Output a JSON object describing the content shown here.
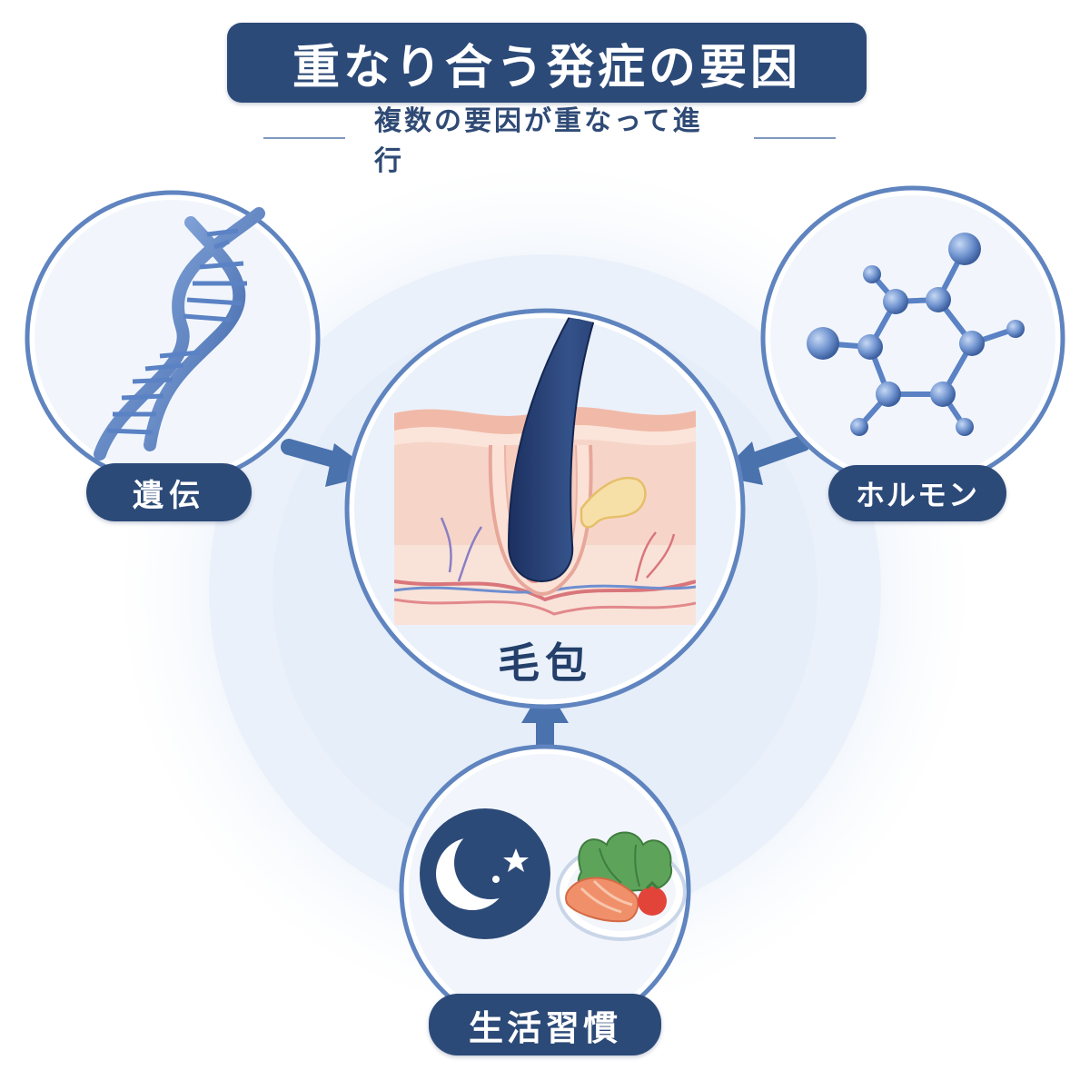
{
  "title": "重なり合う発症の要因",
  "subtitle": "複数の要因が重なって進行",
  "center": {
    "label": "毛包",
    "icon": "hair-follicle-icon"
  },
  "factors": [
    {
      "label": "遺伝",
      "icon": "dna-icon"
    },
    {
      "label": "ホルモン",
      "icon": "molecule-icon"
    },
    {
      "label": "生活習慣",
      "icon": "moon-and-food-icon"
    }
  ],
  "colors": {
    "navy": "#2c4a78",
    "ring": "#5f84bf",
    "arrow": "#4a72ad",
    "halo": "#eef4fb",
    "skin": "#f6d5c8",
    "hair": "#223a66"
  }
}
